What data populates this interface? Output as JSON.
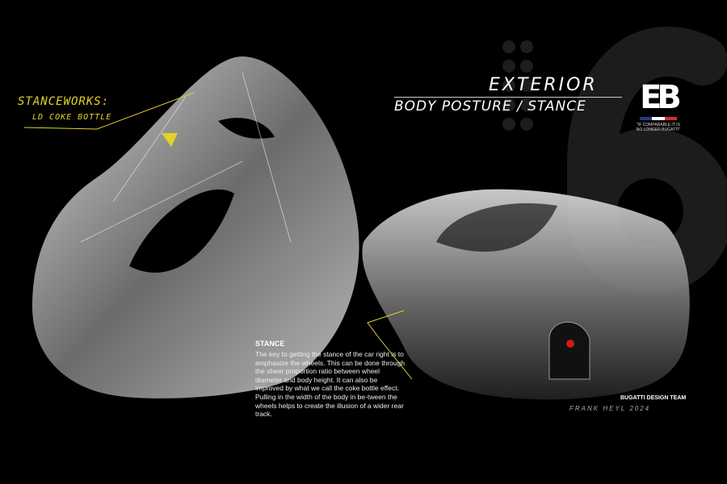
{
  "page_number": "6",
  "annotation": {
    "title": "STANCEWORKS:",
    "subtitle": "LD COKE BOTTLE"
  },
  "header": {
    "title": "EXTERIOR",
    "subtitle": "BODY POSTURE / STANCE"
  },
  "logo": {
    "mark": "EB",
    "quote": "\"IF COMPARABLE IT IS NO LONGER BUGATTI\"",
    "flag_colors": [
      "#1e3a8a",
      "#ffffff",
      "#d32f2f"
    ]
  },
  "stance": {
    "heading": "STANCE",
    "body": "The key to getting the stance of the car right is to emphasize the wheels. This can be done through the sheer proportion ratio between wheel diameter and body height. It can also be improved by what we call the coke bottle effect. Pulling in the width of the body in be-tween the wheels helps to create the illusion of a wider rear track."
  },
  "credit": {
    "team": "BUGATTI DESIGN TEAM",
    "signature": "FRANK HEYL 2024"
  },
  "colors": {
    "accent": "#e4d22a",
    "background": "#000000",
    "badge_red": "#d01818"
  }
}
